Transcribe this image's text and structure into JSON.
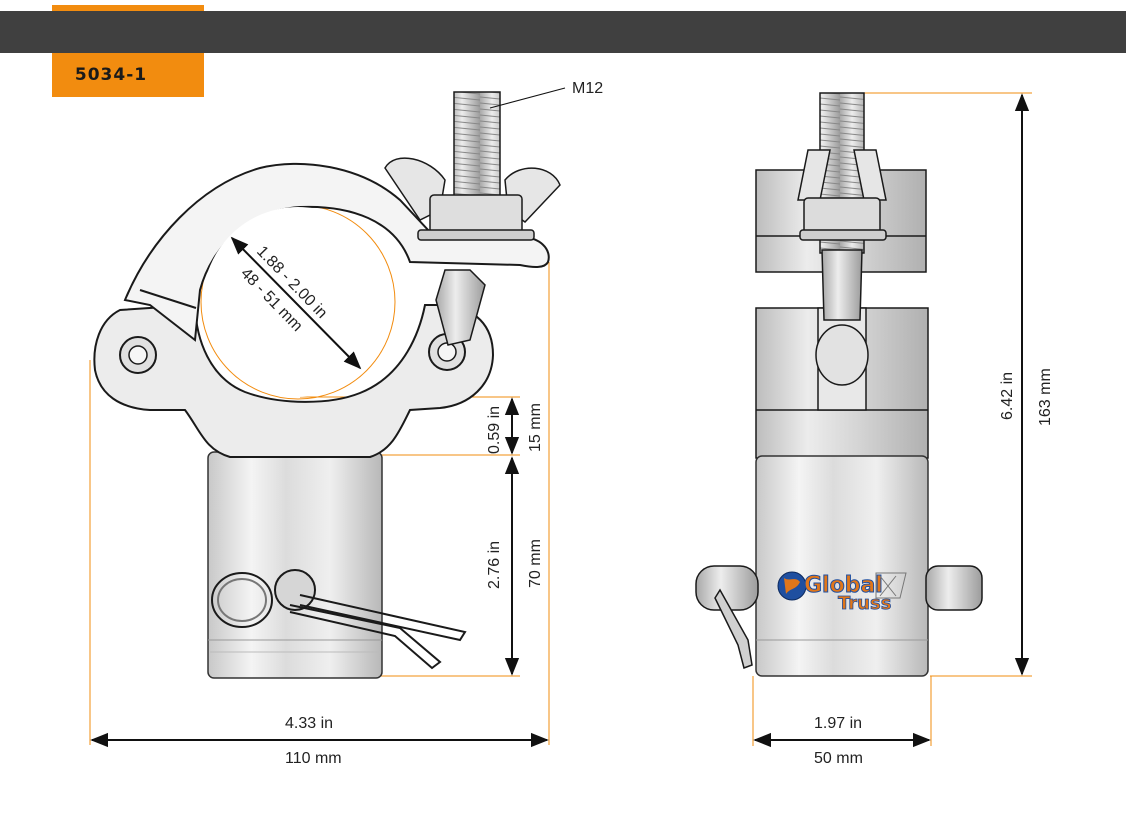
{
  "header": {
    "model_code": "5034-1"
  },
  "colors": {
    "accent": "#f28c0f",
    "bar": "#404040",
    "metal_light": "#f2f2f2",
    "metal_mid": "#d8d8d8",
    "metal_dark": "#9a9a9a",
    "outline": "#1a1a1a",
    "logo_blue": "#1f4fa0",
    "logo_orange": "#e0761a"
  },
  "labels": {
    "thread": "M12",
    "diameter_in": "1.88 - 2.00 in",
    "diameter_mm": "48 - 51 mm",
    "flange_in": "0.59 in",
    "flange_mm": "15 mm",
    "spigot_in": "2.76 in",
    "spigot_mm": "70 mm",
    "width_in": "4.33 in",
    "width_mm": "110 mm",
    "side_width_in": "1.97 in",
    "side_width_mm": "50 mm",
    "height_in": "6.42 in",
    "height_mm": "163 mm"
  },
  "logo": {
    "line1": "Global",
    "line2": "Truss"
  }
}
